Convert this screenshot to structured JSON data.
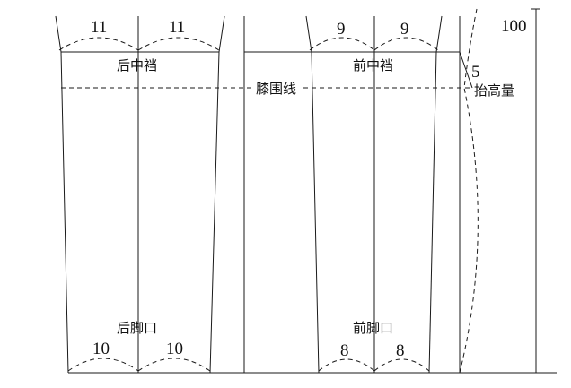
{
  "labels": {
    "back_crotch": "后中裆",
    "front_crotch": "前中裆",
    "knee_line": "膝围线",
    "lift_amount": "抬高量",
    "back_hem": "后脚口",
    "front_hem": "前脚口"
  },
  "measurements": {
    "back_top_left": "11",
    "back_top_right": "11",
    "front_top_left": "9",
    "front_top_right": "9",
    "back_bottom_left": "10",
    "back_bottom_right": "10",
    "front_bottom_left": "8",
    "front_bottom_right": "8",
    "lift_value": "5",
    "total_length": "100"
  }
}
